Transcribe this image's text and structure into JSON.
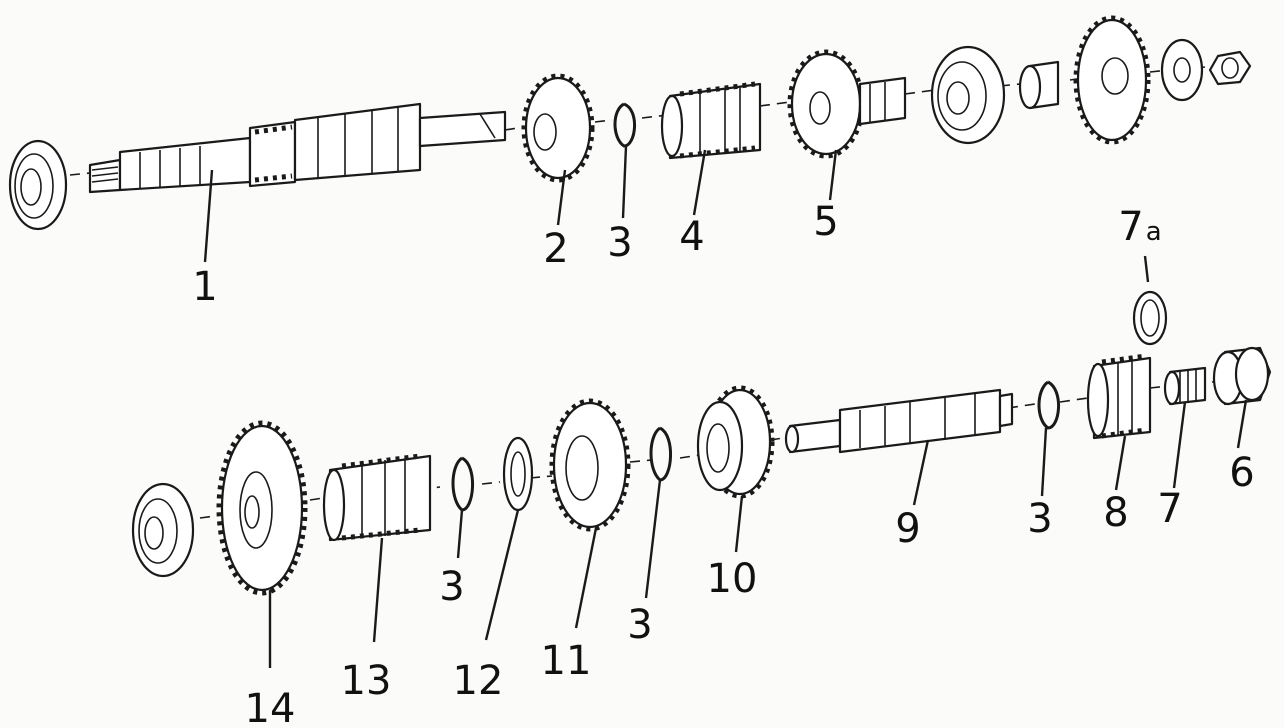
{
  "diagram": {
    "labels": {
      "l1": "1",
      "l2": "2",
      "l3a": "3",
      "l4": "4",
      "l5": "5",
      "l7a_main": "7",
      "l7a_sub": "a",
      "l6": "6",
      "l7": "7",
      "l8": "8",
      "l3b": "3",
      "l9": "9",
      "l10": "10",
      "l3c": "3",
      "l11": "11",
      "l12": "12",
      "l3d": "3",
      "l13": "13",
      "l14": "14"
    }
  }
}
